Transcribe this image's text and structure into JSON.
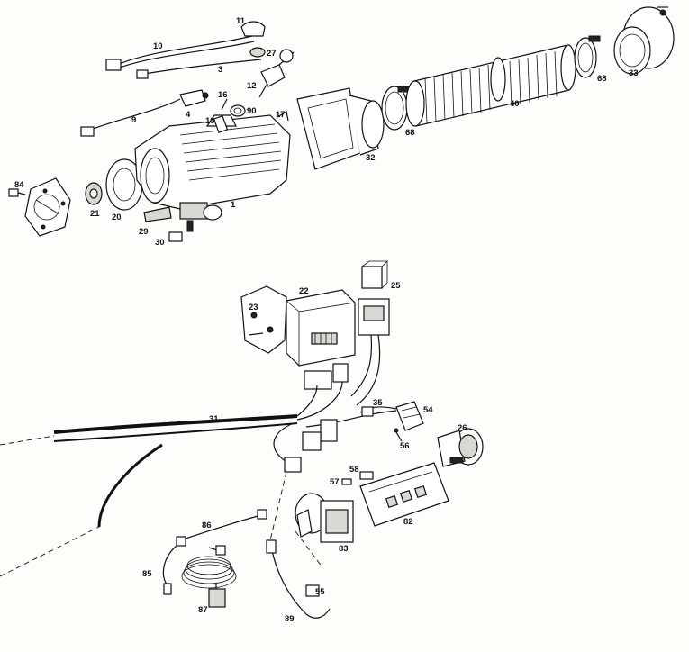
{
  "callouts": [
    {
      "id": "11",
      "label": "11"
    },
    {
      "id": "10",
      "label": "10"
    },
    {
      "id": "27",
      "label": "27"
    },
    {
      "id": "3",
      "label": "3"
    },
    {
      "id": "12",
      "label": "12"
    },
    {
      "id": "16",
      "label": "16"
    },
    {
      "id": "4",
      "label": "4"
    },
    {
      "id": "9",
      "label": "9"
    },
    {
      "id": "19",
      "label": "19"
    },
    {
      "id": "90",
      "label": "90"
    },
    {
      "id": "17",
      "label": "17"
    },
    {
      "id": "84",
      "label": "84"
    },
    {
      "id": "21",
      "label": "21"
    },
    {
      "id": "20",
      "label": "20"
    },
    {
      "id": "1",
      "label": "1"
    },
    {
      "id": "29",
      "label": "29"
    },
    {
      "id": "30",
      "label": "30"
    },
    {
      "id": "32",
      "label": "32"
    },
    {
      "id": "68a",
      "label": "68"
    },
    {
      "id": "40",
      "label": "40"
    },
    {
      "id": "68b",
      "label": "68"
    },
    {
      "id": "33",
      "label": "33"
    },
    {
      "id": "22",
      "label": "22"
    },
    {
      "id": "25",
      "label": "25"
    },
    {
      "id": "23",
      "label": "23"
    },
    {
      "id": "31",
      "label": "31"
    },
    {
      "id": "35",
      "label": "35"
    },
    {
      "id": "54",
      "label": "54"
    },
    {
      "id": "26",
      "label": "26"
    },
    {
      "id": "56",
      "label": "56"
    },
    {
      "id": "57",
      "label": "57"
    },
    {
      "id": "58",
      "label": "58"
    },
    {
      "id": "82",
      "label": "82"
    },
    {
      "id": "86",
      "label": "86"
    },
    {
      "id": "83",
      "label": "83"
    },
    {
      "id": "85",
      "label": "85"
    },
    {
      "id": "87",
      "label": "87"
    },
    {
      "id": "55",
      "label": "55"
    },
    {
      "id": "89",
      "label": "89"
    }
  ]
}
